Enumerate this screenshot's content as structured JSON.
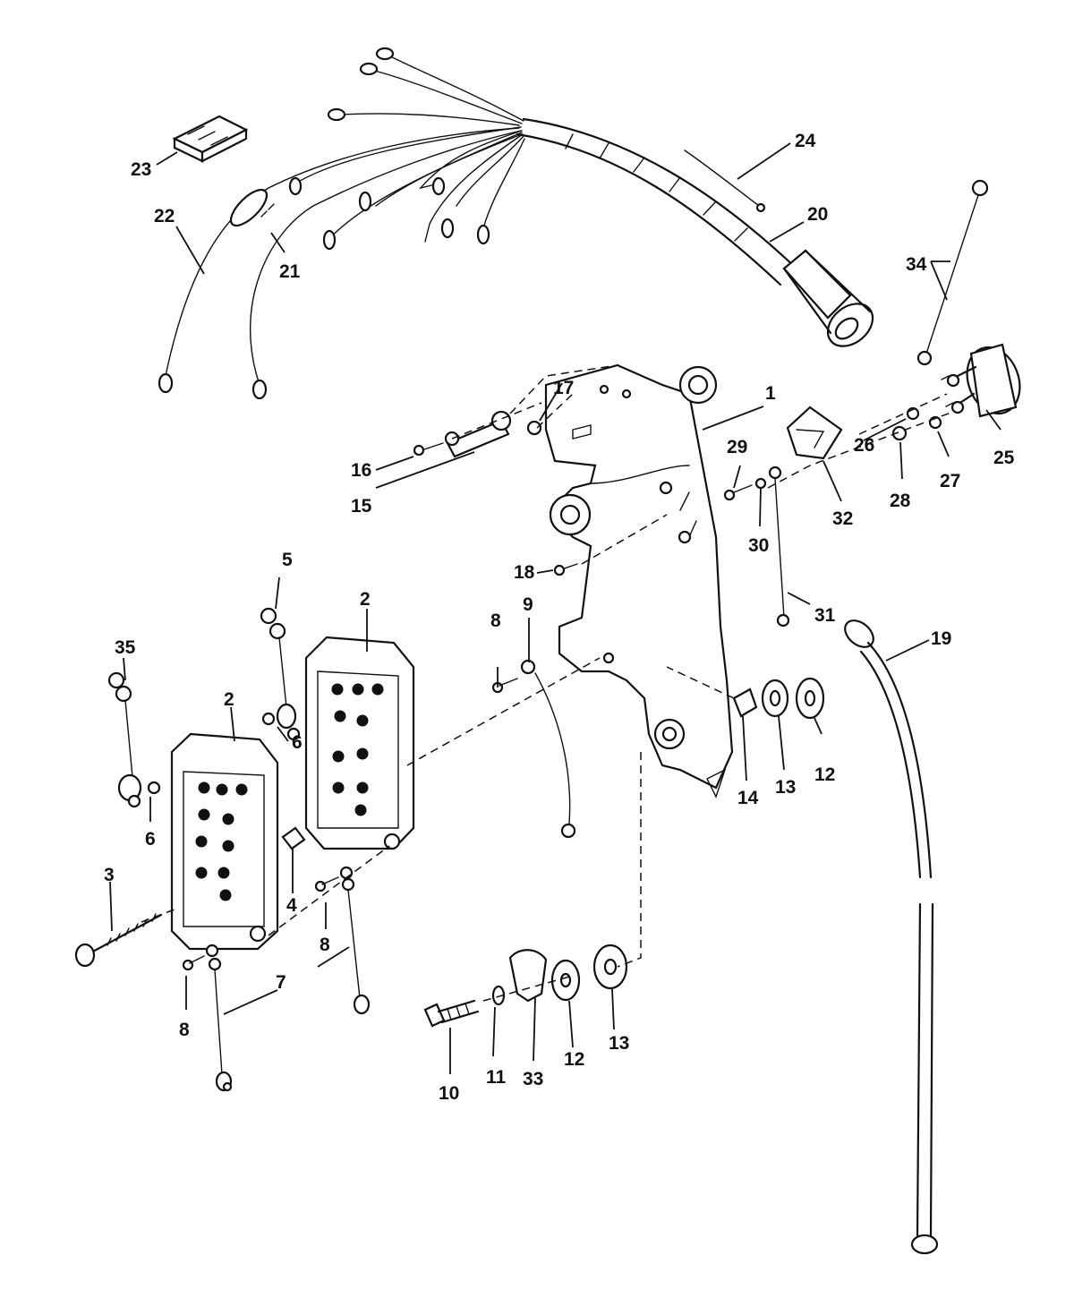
{
  "callouts": {
    "c1": "1",
    "c2a": "2",
    "c2b": "2",
    "c3": "3",
    "c4": "4",
    "c5": "5",
    "c6a": "6",
    "c6b": "6",
    "c7": "7",
    "c8a": "8",
    "c8b": "8",
    "c8c": "8",
    "c9": "9",
    "c10": "10",
    "c11": "11",
    "c12a": "12",
    "c12b": "12",
    "c13a": "13",
    "c13b": "13",
    "c14": "14",
    "c15": "15",
    "c16": "16",
    "c17": "17",
    "c18": "18",
    "c19": "19",
    "c20": "20",
    "c21": "21",
    "c22": "22",
    "c23": "23",
    "c24": "24",
    "c25": "25",
    "c26": "26",
    "c27": "27",
    "c28": "28",
    "c29": "29",
    "c30": "30",
    "c31": "31",
    "c32": "32",
    "c33": "33",
    "c34": "34",
    "c35": "35"
  },
  "colors": {
    "ink": "#111111",
    "paper": "#ffffff"
  }
}
